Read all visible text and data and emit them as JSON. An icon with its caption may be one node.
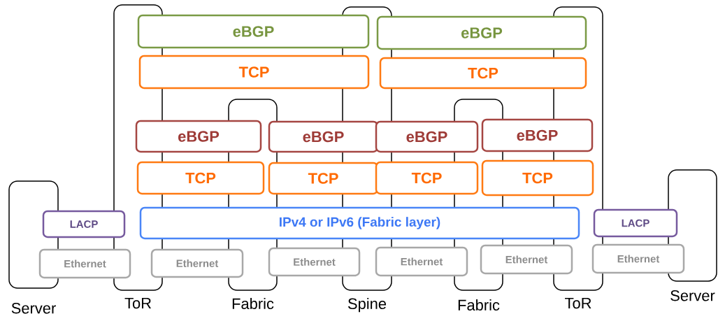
{
  "diagram": {
    "nodes": [
      {
        "text": [
          "Server"
        ]
      },
      {
        "text": [
          "ToR"
        ]
      },
      {
        "text": [
          "Fabric"
        ]
      },
      {
        "text": [
          "Spine"
        ]
      },
      {
        "text": [
          "Fabric"
        ]
      },
      {
        "text": [
          "ToR"
        ]
      },
      {
        "text": [
          "Server"
        ]
      },
      {
        "text": [
          "eBGP"
        ]
      },
      {
        "text": [
          "eBGP"
        ]
      },
      {
        "text": [
          "TCP"
        ]
      },
      {
        "text": [
          "TCP"
        ]
      },
      {
        "text": [
          "eBGP"
        ]
      },
      {
        "text": [
          "eBGP"
        ]
      },
      {
        "text": [
          "eBGP"
        ]
      },
      {
        "text": [
          "eBGP"
        ]
      },
      {
        "text": [
          "TCP"
        ]
      },
      {
        "text": [
          "TCP"
        ]
      },
      {
        "text": [
          "TCP"
        ]
      },
      {
        "text": [
          "TCP"
        ]
      },
      {
        "text": [
          "LACP"
        ]
      },
      {
        "text": [
          "IPv4 or IPv6 (Fabric layer)"
        ]
      },
      {
        "text": [
          "LACP"
        ]
      },
      {
        "text": [
          "Ethernet"
        ]
      },
      {
        "text": [
          "Ethernet"
        ]
      },
      {
        "text": [
          "Ethernet"
        ]
      },
      {
        "text": [
          "Ethernet"
        ]
      },
      {
        "text": [
          "Ethernet"
        ]
      },
      {
        "text": [
          "Ethernet"
        ]
      }
    ]
  }
}
